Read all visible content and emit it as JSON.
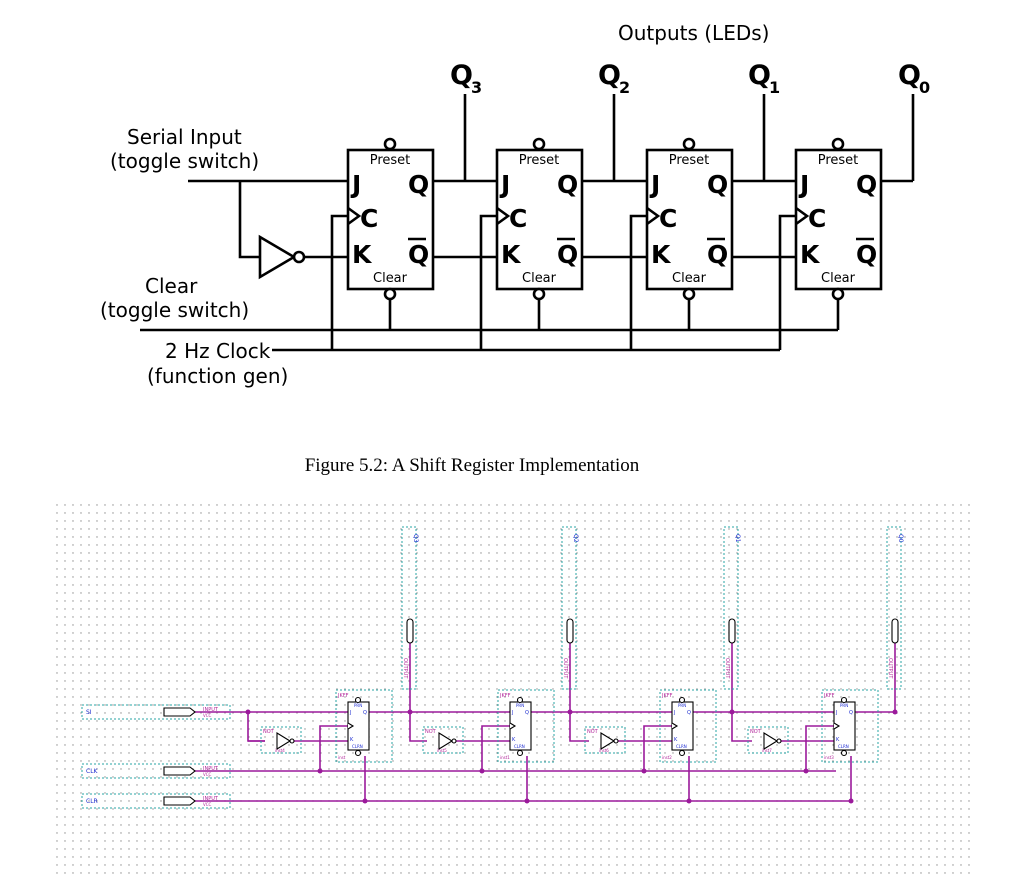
{
  "top_schematic": {
    "outputs_label": "Outputs (LEDs)",
    "serial_input": [
      "Serial Input",
      "(toggle switch)"
    ],
    "clear_input": [
      "Clear",
      "(toggle switch)"
    ],
    "clock_input": [
      "2 Hz Clock",
      "(function gen)"
    ],
    "flipflop_pins": {
      "preset": "Preset",
      "clear": "Clear",
      "j": "J",
      "k": "K",
      "c": "C",
      "q": "Q",
      "qbar": "Q"
    },
    "outputs": [
      {
        "name": "Q",
        "sub": "3"
      },
      {
        "name": "Q",
        "sub": "2"
      },
      {
        "name": "Q",
        "sub": "1"
      },
      {
        "name": "Q",
        "sub": "0"
      }
    ]
  },
  "caption": "Figure 5.2: A Shift Register Implementation",
  "sim_schematic": {
    "inputs": [
      "SI",
      "CLK",
      "CLR"
    ],
    "input_tag": "INPUT",
    "input_sub": "VCC",
    "outputs": [
      "Q3",
      "Q2",
      "Q1",
      "Q0"
    ],
    "output_tag": "OUTPUT",
    "gate_tag": "NOT",
    "ff_tag": "JKFF",
    "ff_pins": {
      "prn": "PRN",
      "clrn": "CLRN",
      "j": "J",
      "k": "K",
      "q": "Q"
    },
    "ff_insts": [
      "inst",
      "inst1",
      "inst2",
      "inst3"
    ],
    "gate_insts": [
      "inst4",
      "inst5",
      "inst6",
      "inst7"
    ]
  }
}
